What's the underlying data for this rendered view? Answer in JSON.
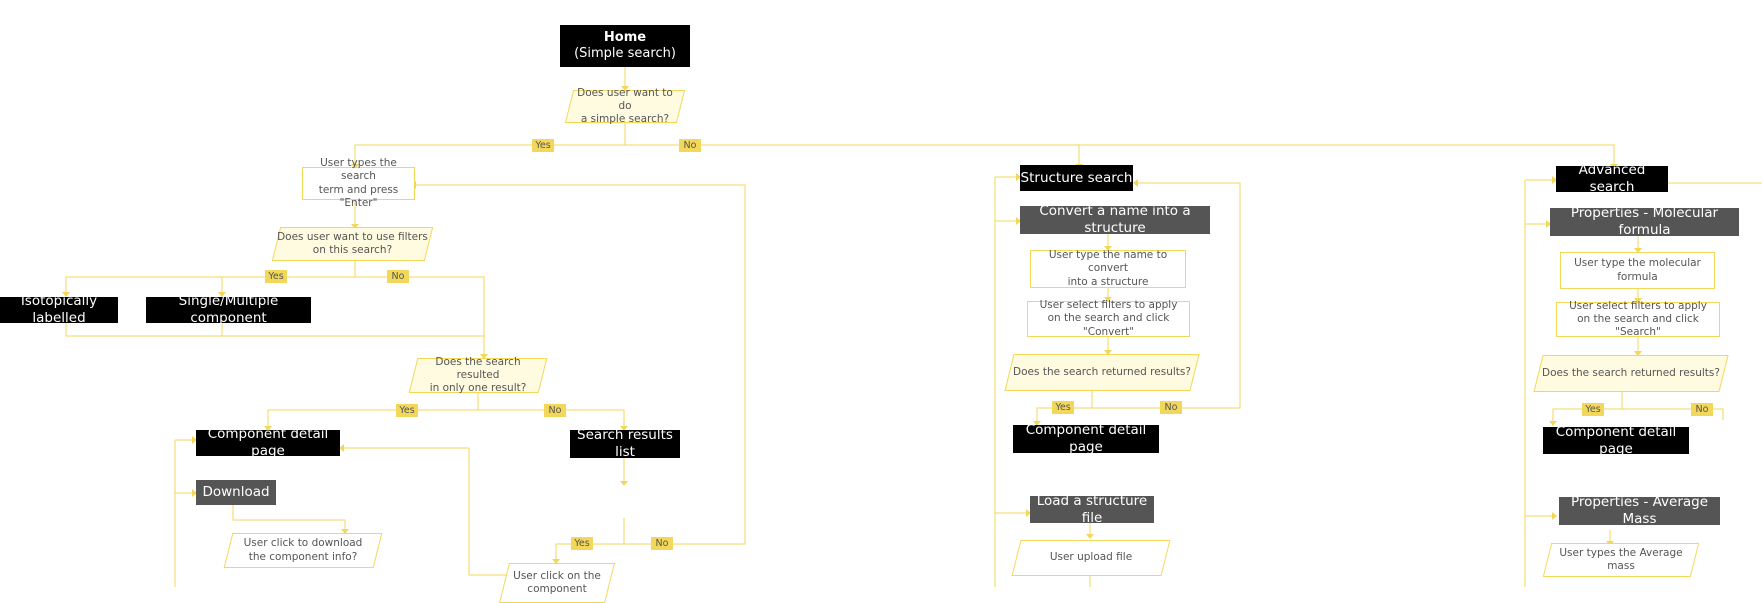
{
  "colors": {
    "line": "#f2d75a",
    "page": "#000000",
    "subpage": "#555555",
    "decision_fill": "#fffbe0"
  },
  "nodes": {
    "home_title": "Home",
    "home_sub": "(Simple search)",
    "q_simple": "Does user want to do\na simple search?",
    "types_term": "User types the search\nterm and press \"Enter\"",
    "q_filters": "Does user want to use filters\non this search?",
    "isotopic": "Isotopically labelled",
    "single_multi": "Single/Multiple component",
    "q_one": "Does the search resulted\nin only one result?",
    "component_detail": "Component detail page",
    "search_results": "Search results list",
    "download": "Download",
    "click_download": "User click to download\nthe component info?",
    "click_component": "User click on the\ncomponent",
    "structure_search": "Structure search",
    "convert_name": "Convert a name into a structure",
    "type_convert": "User type the name to convert\ninto a structure",
    "select_convert": "User select filters to apply\non the search and click \"Convert\"",
    "returned_1": "Does the search returned results?",
    "component_detail_2": "Component detail page",
    "load_file": "Load a structure file",
    "upload_file": "User upload file",
    "advanced_search": "Advanced search",
    "props_formula": "Properties - Molecular formula",
    "type_formula": "User type the molecular\nformula",
    "select_search": "User select filters to apply\non the search and click \"Search\"",
    "returned_2": "Does the search returned results?",
    "component_detail_3": "Component detail page",
    "props_mass": "Properties - Average Mass",
    "type_mass": "User types the Average mass"
  },
  "labels": {
    "yes": "Yes",
    "no": "No"
  }
}
